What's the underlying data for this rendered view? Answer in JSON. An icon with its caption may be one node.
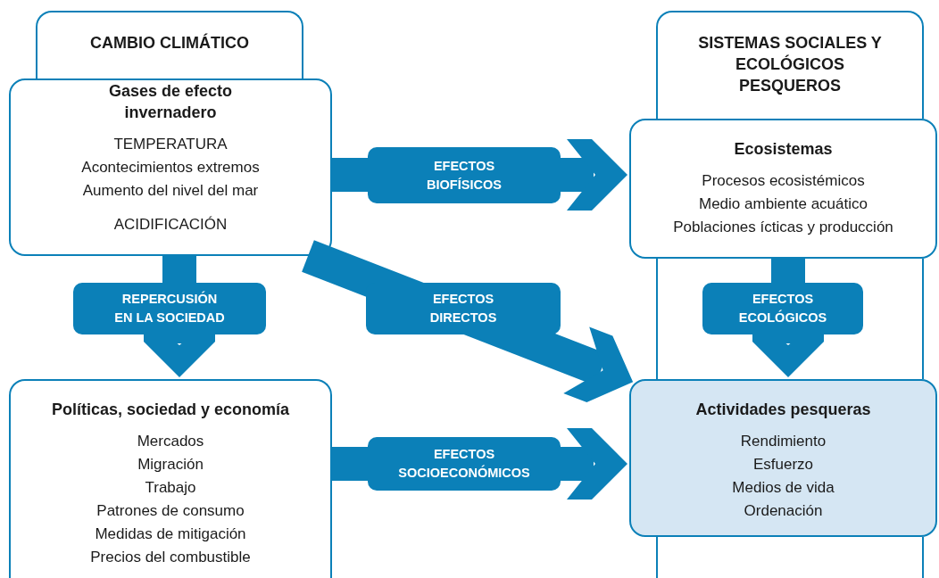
{
  "diagram": {
    "nodes": [
      {
        "text": [
          "CAMBIO CLIMÁTICO"
        ]
      },
      {
        "text": [
          "Gases de efecto invernadero",
          "TEMPERATURA",
          "Acontecimientos extremos",
          "Aumento del nivel del mar",
          "ACIDIFICACIÓN"
        ]
      },
      {
        "text": [
          "SISTEMAS SOCIALES Y ECOLÓGICOS PESQUEROS"
        ]
      },
      {
        "text": [
          "Ecosistemas",
          "Procesos ecosistémicos",
          "Medio ambiente acuático",
          "Poblaciones ícticas y producción"
        ]
      },
      {
        "text": [
          "Políticas, sociedad y economía",
          "Mercados",
          "Migración",
          "Trabajo",
          "Patrones de consumo",
          "Medidas de mitigación",
          "Precios del combustible"
        ]
      },
      {
        "text": [
          "Actividades pesqueras",
          "Rendimiento",
          "Esfuerzo",
          "Medios de vida",
          "Ordenación"
        ]
      }
    ],
    "edges": [
      {
        "from": 1,
        "to": 3,
        "arrow": "to",
        "label": "EFECTOS BIOFÍSICOS"
      },
      {
        "from": 1,
        "to": 4,
        "arrow": "to",
        "label": "REPERCUSIÓN EN LA SOCIEDAD"
      },
      {
        "from": 1,
        "to": 5,
        "arrow": "to",
        "label": "EFECTOS DIRECTOS"
      },
      {
        "from": 3,
        "to": 5,
        "arrow": "to",
        "label": "EFECTOS ECOLÓGICOS"
      },
      {
        "from": 4,
        "to": 5,
        "arrow": "to",
        "label": "EFECTOS SOCIOECONÓMICOS"
      }
    ]
  }
}
